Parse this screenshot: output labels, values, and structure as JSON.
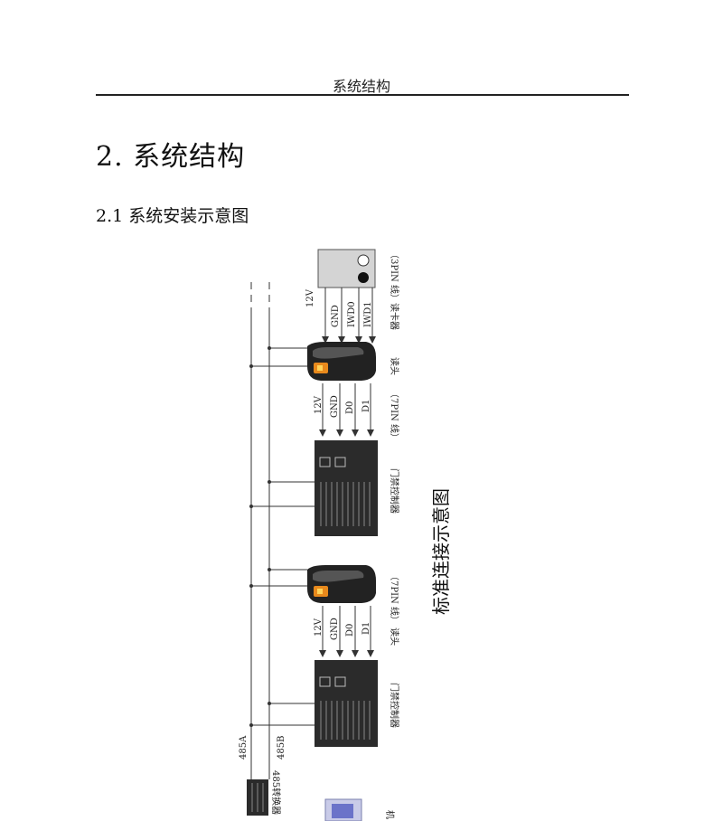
{
  "header": {
    "running_title": "系统结构"
  },
  "section": {
    "number_title": "2. 系统结构"
  },
  "subsection": {
    "title": "2.1 系统安装示意图"
  },
  "diagram": {
    "caption": "标准连接示意图",
    "card_reader_label": "（3PIN 线）读卡器",
    "reader_label_1": "读头",
    "reader_label_2": "（7PIN 线） 读头",
    "pin_cable_label": "（7PIN 线）",
    "controller_label": "门禁控制器",
    "converter_label": "485转换器",
    "bus_a_label": "485A",
    "bus_b_label": "485B",
    "computer_label_partial": "机",
    "wires_top": [
      "12V",
      "GND",
      "IWD0",
      "IWD1"
    ],
    "wires_mid": [
      "12V",
      "GND",
      "D0",
      "D1"
    ],
    "wires_bottom": [
      "12V",
      "GND",
      "D0",
      "D1"
    ]
  },
  "colors": {
    "device_dark": "#2b2b2b",
    "reader_accent": "#e8891c",
    "cardbox_gray": "#d4d4d4"
  }
}
